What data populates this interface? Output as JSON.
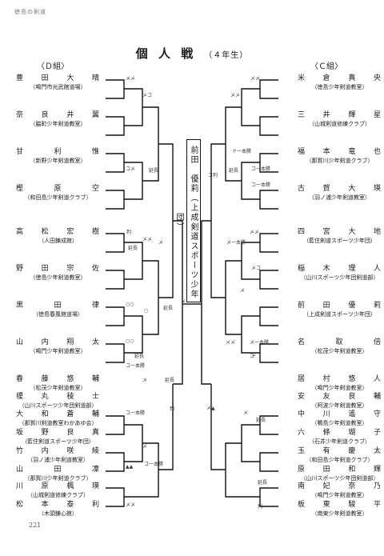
{
  "header_tag": "徳島の剣道",
  "title": "個 人 戦",
  "subtitle": "（４年生）",
  "left_group": "〈Ｄ組〉",
  "right_group": "〈Ｃ組〉",
  "winner": "前田　優莉（上成剣道スポーツ少年団）",
  "page_number": "221",
  "left_entries": [
    {
      "name": "豊田大晴",
      "club": "（鳴門市光武館道場）"
    },
    {
      "name": "奈良井翼",
      "club": "（脇町少年剣道教室）"
    },
    {
      "name": "甘利惟",
      "club": "（新野少年剣道教室）"
    },
    {
      "name": "樫原空",
      "club": "（和田島少年剣道クラブ）"
    },
    {
      "name": "高松宏樹",
      "club": "（人田錬成館）"
    },
    {
      "name": "野田宗佐",
      "club": "（徳島少年剣道教室）"
    },
    {
      "name": "黒田律",
      "club": "（徳島春風館道場）"
    },
    {
      "name": "山内翔太",
      "club": "（鳴門少年剣道教室）"
    },
    {
      "name": "春藤悠輔",
      "club": "（松茂少年剣道教室）"
    },
    {
      "name": "榎丸稜士",
      "club": "（山川スポーツ少年団剣道部）"
    },
    {
      "name": "大和蒼輔",
      "club": "（那賀川剣道教室わかあゆ会）"
    },
    {
      "name": "坂野良真",
      "club": "（藍住剣道スポーツ少年団）"
    },
    {
      "name": "竹内咲綾",
      "club": "（羽ノ浦少年剣道教室）"
    },
    {
      "name": "山田凜",
      "club": "（那賀川少年剣道クラブ）"
    },
    {
      "name": "川原楓瑛",
      "club": "（山城剣道修練クラブ）"
    },
    {
      "name": "松本泰利",
      "club": "（木頭錬心館）"
    }
  ],
  "right_entries": [
    {
      "name": "米倉真央",
      "club": "（徳島少年剣道教室）"
    },
    {
      "name": "三井輝星",
      "club": "（山城剣道修練クラブ）"
    },
    {
      "name": "福本竜也",
      "club": "（那賀川少年剣道クラブ）"
    },
    {
      "name": "古賀大瑛",
      "club": "（羽ノ浦少年剣道教室）"
    },
    {
      "name": "四宮大地",
      "club": "（藍住剣道スポーツ少年団）"
    },
    {
      "name": "稲木理人",
      "club": "（山川スポーツ少年団剣道部）"
    },
    {
      "name": "前田優莉",
      "club": "（上成剣道スポーツ少年団）"
    },
    {
      "name": "名取倍",
      "club": "（松茂少年剣道教室）"
    },
    {
      "name": "居村悠人",
      "club": "（鳴門少年剣道教室）"
    },
    {
      "name": "安友良輔",
      "club": "（阿波少年剣道教室）"
    },
    {
      "name": "中川遙守",
      "club": "（鴨島少年剣道教室）"
    },
    {
      "name": "六條瑚子",
      "club": "（石井少年剣道クラブ）"
    },
    {
      "name": "玉有慶太",
      "club": "（和田島少年剣道クラブ）"
    },
    {
      "name": "原田和輝",
      "club": "（山川スポーツ少年団剣道部）"
    },
    {
      "name": "南妃奈乃",
      "club": "（鳴門少年剣道教室）"
    },
    {
      "name": "板東駿平",
      "club": "（南東少年剣道教室）"
    }
  ],
  "marks": {
    "m_l1": "メメ",
    "m_l2": "メコ",
    "m_l3": "延長",
    "m_l4": "コメ",
    "m_l5": "判",
    "m_l6": "延長",
    "m_l7": "メメ",
    "m_l8": "メ",
    "m_l9": "○○",
    "m_l10": "○",
    "m_l11": "延長",
    "m_l12": "○○",
    "m_l13": "延長",
    "m_l14": "コ一本勝",
    "m_l15": "メ",
    "m_l16": "コ一本勝",
    "m_l17": "判",
    "m_l18": "▲▲",
    "m_l19": "コ一本勝",
    "m_l20": "メメ",
    "m_l21": "メ",
    "m_l22": "延長",
    "m_l23": "メ",
    "m_r1": "メメ",
    "m_r2": "メメ",
    "m_r3": "ド一本勝",
    "m_r4": "コ一本勝",
    "m_r5": "延長",
    "m_r6": "コ一本勝",
    "m_r7": "メメ",
    "m_r8": "メ一本勝",
    "m_r9": "メコ",
    "m_r10": "コ判",
    "m_r11": "メ",
    "m_r12": "メメ",
    "m_r13": "メ一本勝",
    "m_r14": "コ",
    "m_r15": "メ▲",
    "m_r16": "延長",
    "m_r17": "延長",
    "m_r18": "判",
    "m_r19": "メ",
    "m_r20": "コ"
  }
}
